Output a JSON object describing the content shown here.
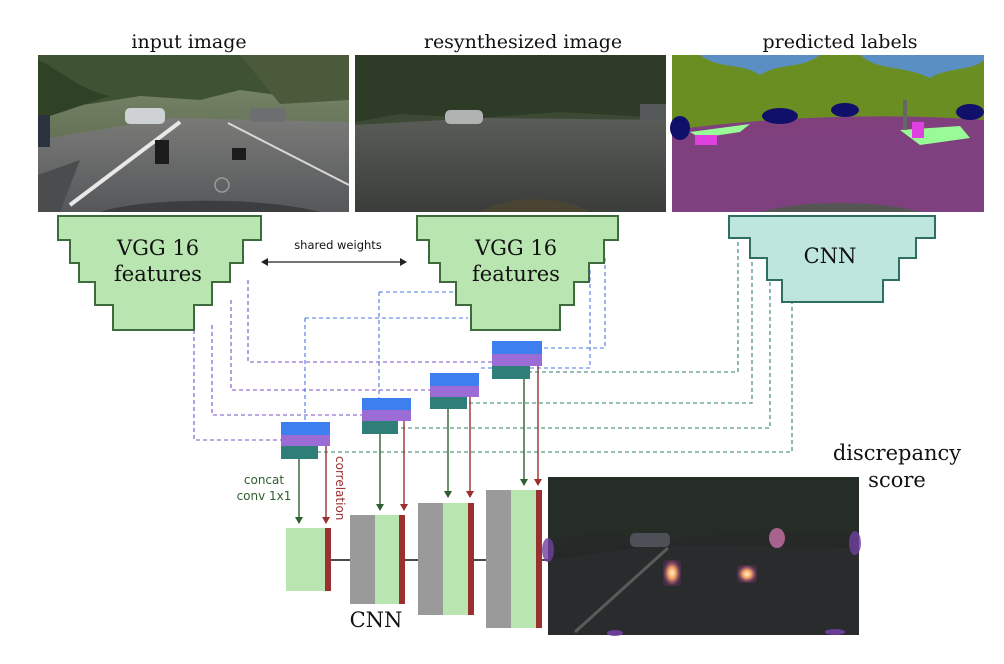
{
  "titles": {
    "input": "input image",
    "resynthesized": "resynthesized image",
    "predicted": "predicted labels"
  },
  "encoders": {
    "vgg_left_line1": "VGG 16",
    "vgg_left_line2": "features",
    "vgg_right_line1": "VGG 16",
    "vgg_right_line2": "features",
    "cnn_top": "CNN"
  },
  "shared_weights": "shared weights",
  "side_labels": {
    "concat_line1": "concat",
    "concat_line2": "conv 1x1",
    "correlation": "correlation"
  },
  "decoder_label": "CNN",
  "output_label": {
    "line1": "discrepancy",
    "line2": "score"
  },
  "colors": {
    "vgg_fill": "#b9e5b1",
    "vgg_stroke": "#3d6b3d",
    "cnn_fill": "#bfe6de",
    "cnn_stroke": "#2f6e62",
    "feature_blue": "#3d7fef",
    "feature_purple": "#9b6bd6",
    "feature_teal": "#2f7f78",
    "decoder_gray": "#9a9a9a",
    "decoder_green": "#b9e5b1",
    "decoder_red": "#9a3030",
    "concat_arrow": "#2f5f2f",
    "correlation_arrow": "#9a3030",
    "purple_dash": "#7a50c8",
    "blue_dash": "#4a78e0",
    "teal_dash": "#2f7f70"
  }
}
